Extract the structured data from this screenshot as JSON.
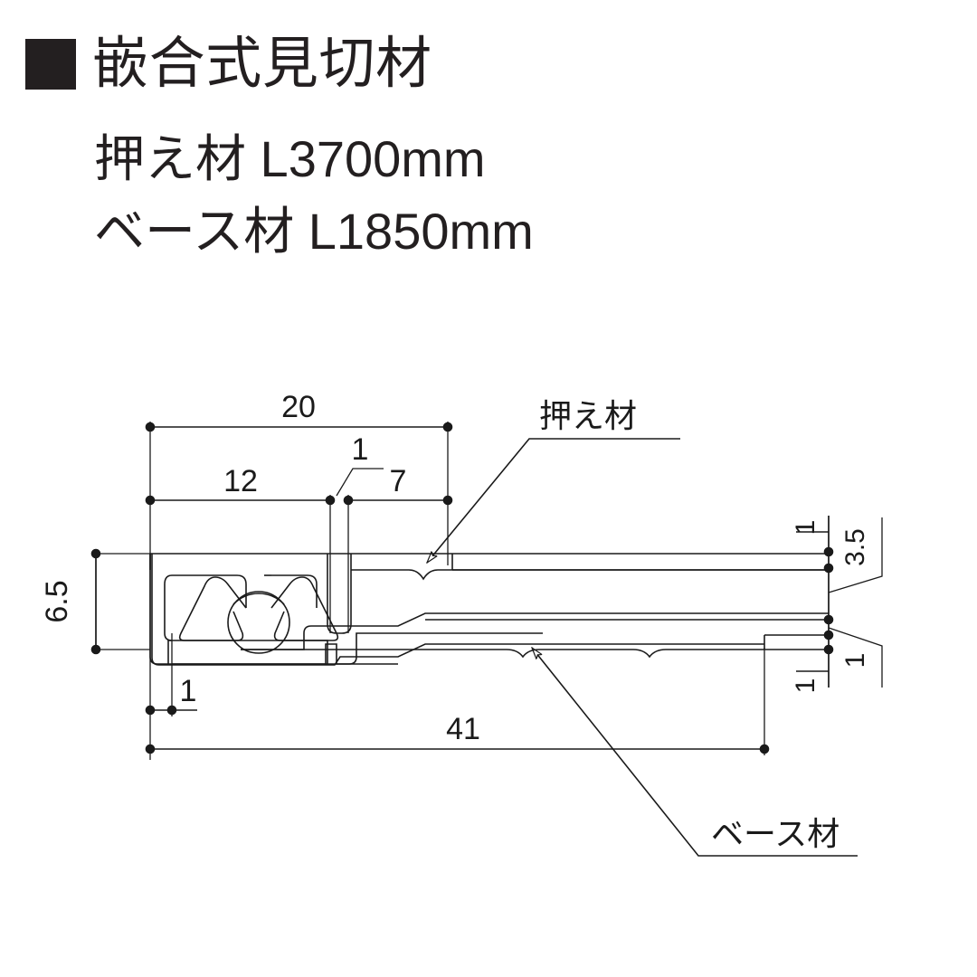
{
  "title": {
    "bullet": "filled-square-bullet",
    "heading": "嵌合式見切材",
    "sub_line_1": "押え材 L3700mm",
    "sub_line_2": "ベース材 L1850mm"
  },
  "drawing": {
    "type": "cross-section-technical-drawing",
    "units": "mm",
    "dimensions": {
      "top_overall": "20",
      "top_left_segment": "12",
      "top_mid_segment": "1",
      "top_right_segment": "7",
      "left_height": "6.5",
      "bottom_left_small": "1",
      "bottom_overall": "41",
      "right_top_thin": "1",
      "right_gap": "3.5",
      "right_lower_thin": "1",
      "right_bottom_thin": "1"
    },
    "leaders": [
      {
        "id": "oshiezai",
        "label": "押え材"
      },
      {
        "id": "basezai",
        "label": "ベース材"
      }
    ]
  }
}
